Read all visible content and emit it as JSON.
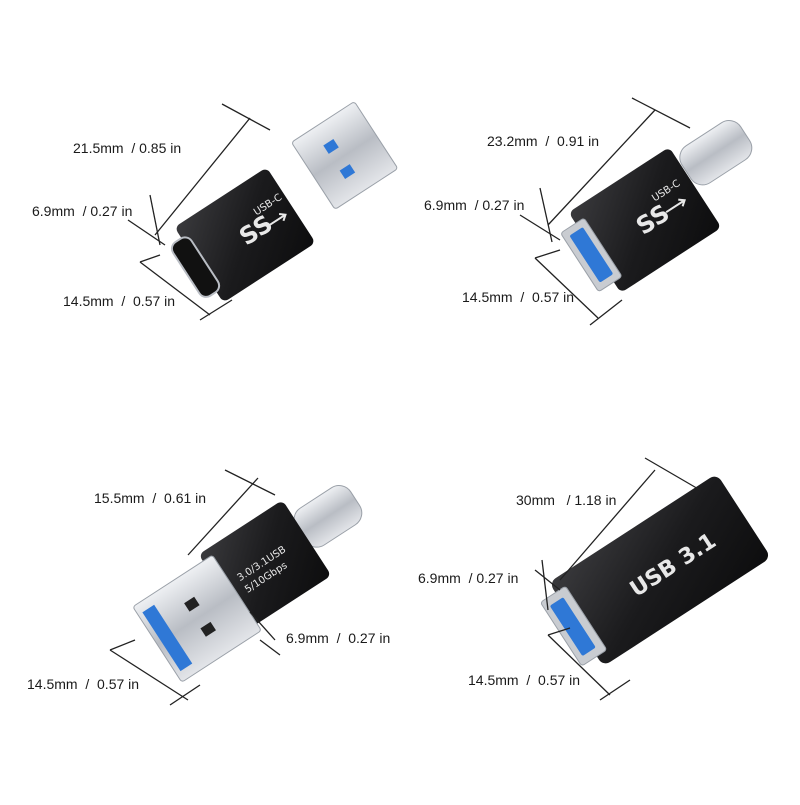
{
  "products": [
    {
      "id": "usb-a-male-to-usb-c-female",
      "length_label": "21.5mm  / 0.85 in",
      "height_label": "6.9mm  / 0.27 in",
      "width_label": "14.5mm  /  0.57 in",
      "logo_text": "SS",
      "port_text": "USB-C"
    },
    {
      "id": "usb-c-male-to-usb-a-female",
      "length_label": "23.2mm  /  0.91 in",
      "height_label": "6.9mm  / 0.27 in",
      "width_label": "14.5mm  /  0.57 in",
      "logo_text": "SS",
      "port_text": "USB-C"
    },
    {
      "id": "usb-a-male-to-usb-c-male",
      "length_label": "15.5mm  /  0.61 in",
      "height_label": "6.9mm  /  0.27 in",
      "width_label": "14.5mm  /  0.57 in",
      "spec_line1": "3.0/3.1USB",
      "spec_line2": "5/10Gbps"
    },
    {
      "id": "usb-a-female-to-usb-c-female",
      "length_label": "30mm   / 1.18 in",
      "height_label": "6.9mm  / 0.27 in",
      "width_label": "14.5mm  /  0.57 in",
      "body_text": "USB 3.1"
    }
  ],
  "colors": {
    "body": "#1c1c1e",
    "metal": "#c9ccd1",
    "usb_blue": "#2f78d6",
    "line": "#222222"
  }
}
